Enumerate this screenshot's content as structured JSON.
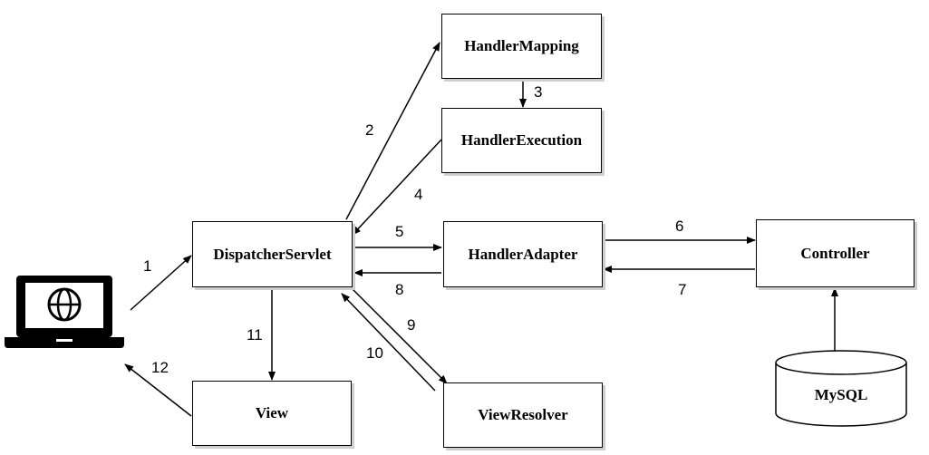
{
  "nodes": {
    "handler_mapping": "HandlerMapping",
    "handler_execution": "HandlerExecution",
    "dispatcher_servlet": "DispatcherServlet",
    "handler_adapter": "HandlerAdapter",
    "controller": "Controller",
    "view": "View",
    "view_resolver": "ViewResolver",
    "mysql": "MySQL"
  },
  "steps": [
    "1",
    "2",
    "3",
    "4",
    "5",
    "6",
    "7",
    "8",
    "9",
    "10",
    "11",
    "12"
  ],
  "icons": {
    "client": "laptop-globe-icon",
    "database": "database-cylinder-icon"
  }
}
